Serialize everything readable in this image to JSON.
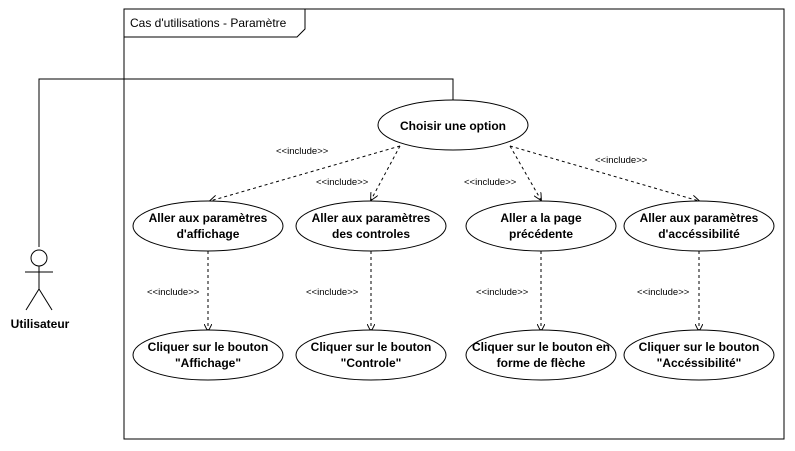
{
  "frame": {
    "title": "Cas d'utilisations - Paramètre"
  },
  "actor": {
    "name": "Utilisateur"
  },
  "use_cases": {
    "root": [
      "Choisir une option"
    ],
    "affichage": [
      "Aller aux paramètres",
      "d'affichage"
    ],
    "controles": [
      "Aller aux paramètres",
      "des controles"
    ],
    "precedente": [
      "Aller a la page",
      "précédente"
    ],
    "accessibilite": [
      "Aller aux paramètres",
      "d'accéssibilité"
    ],
    "btn_affichage": [
      "Cliquer sur le bouton",
      "\"Affichage\""
    ],
    "btn_controle": [
      "Cliquer sur le bouton",
      "\"Controle\""
    ],
    "btn_fleche": [
      "Cliquer sur le bouton en",
      "forme de flèche"
    ],
    "btn_accessibilite": [
      "Cliquer sur le bouton",
      "\"Accéssibilité\""
    ]
  },
  "relations": {
    "r1": "<<include>>",
    "r2": "<<include>>",
    "r3": "<<include>>",
    "r4": "<<include>>",
    "r5": "<<include>>",
    "r6": "<<include>>",
    "r7": "<<include>>",
    "r8": "<<include>>"
  }
}
